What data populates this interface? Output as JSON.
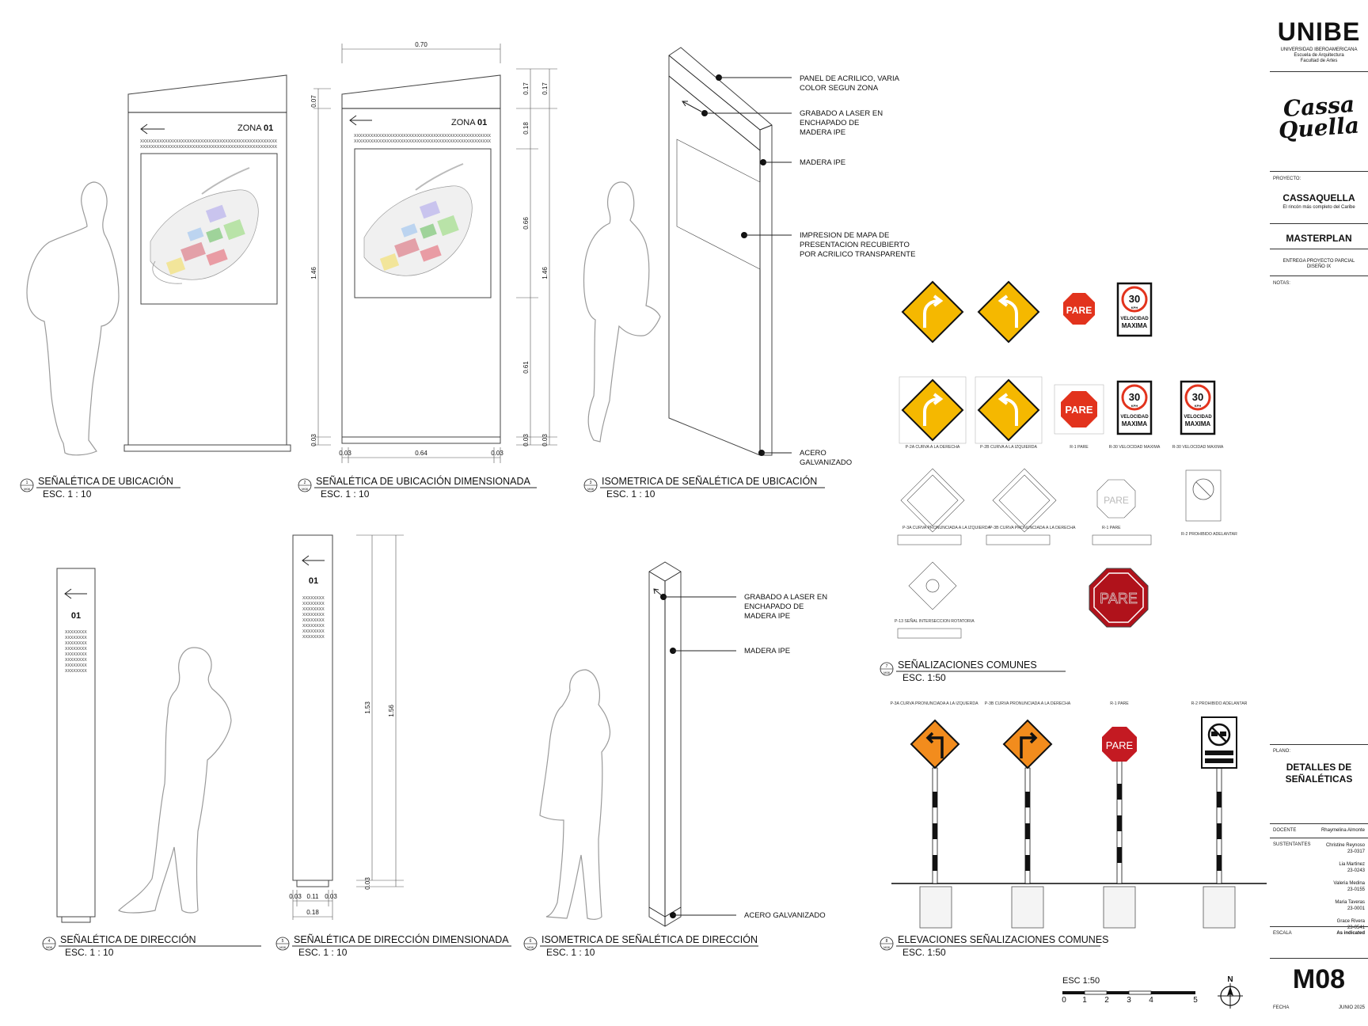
{
  "title_block": {
    "university": "UNIBE",
    "university_sub1": "UNIVERSIDAD IBEROAMERICANA",
    "university_sub2": "Escuela de Arquitectura",
    "university_sub3": "Facultad de Artes",
    "logo_line1": "Cassa",
    "logo_line2": "Quella",
    "project_label": "PROYECTO:",
    "project_name": "CASSAQUELLA",
    "project_tagline": "El rincón más completo del Caribe",
    "masterplan": "MASTERPLAN",
    "delivery_line1": "ENTREGA PROYECTO PARCIAL",
    "delivery_line2": "DISEÑO IX",
    "notes_label": "NOTAS:",
    "plan_label": "PLANO:",
    "plan_title_line1": "DETALLES DE",
    "plan_title_line2": "SEÑALÉTICAS",
    "teacher_label": "DOCENTE",
    "teacher_name": "Rhaymelina Almonte",
    "students_label": "SUSTENTANTES",
    "students": [
      {
        "name": "Christine Reynoso",
        "id": "23-0317"
      },
      {
        "name": "Lia Martinez",
        "id": "23-0243"
      },
      {
        "name": "Valeria Medina",
        "id": "23-0155"
      },
      {
        "name": "Maria Taveras",
        "id": "23-0001"
      },
      {
        "name": "Grace Rivera",
        "id": "23-0541"
      }
    ],
    "scale_label": "ESCALA",
    "scale_value": "As indicated",
    "sheet_number": "M08",
    "date_label": "FECHA",
    "date_value": "JUNIO 2025"
  },
  "drawings": {
    "d1": {
      "num": "1",
      "sheet": "M08",
      "title": "SEÑALÉTICA DE UBICACIÓN",
      "scale": "ESC. 1 : 10"
    },
    "d2": {
      "num": "2",
      "sheet": "M08",
      "title": "SEÑALÉTICA DE UBICACIÓN DIMENSIONADA",
      "scale": "ESC. 1 : 10"
    },
    "d3": {
      "num": "3",
      "sheet": "M08",
      "title": "ISOMETRICA DE SEÑALÉTICA DE UBICACIÓN",
      "scale": "ESC. 1 : 10"
    },
    "d4": {
      "num": "4",
      "sheet": "M08",
      "title": "SEÑALÉTICA DE DIRECCIÓN",
      "scale": "ESC. 1 : 10"
    },
    "d5": {
      "num": "5",
      "sheet": "M08",
      "title": "SEÑALÉTICA DE DIRECCIÓN DIMENSIONADA",
      "scale": "ESC. 1 : 10"
    },
    "d6": {
      "num": "6",
      "sheet": "M08",
      "title": "ISOMETRICA DE SEÑALÉTICA DE DIRECCIÓN",
      "scale": "ESC. 1 : 10"
    },
    "d7": {
      "num": "7",
      "sheet": "M08",
      "title": "SEÑALIZACIONES COMUNES",
      "scale": "ESC. 1:50"
    },
    "d8": {
      "num": "8",
      "sheet": "M08",
      "title": "ELEVACIONES SEÑALIZACIONES COMUNES",
      "scale": "ESC. 1:50"
    }
  },
  "sign_text": {
    "zona": "ZONA ",
    "zona_num": "01",
    "placeholder_line": "XXXXXXXXXXXXXXXXXXXXXXXXXXXXXXXXXXXXXXXXXXXXXXXXXX",
    "dir_num": "01",
    "dir_placeholder": "XXXXXXXX"
  },
  "dimensions": {
    "width_top": "0.70",
    "left_total": "1.46",
    "left_top": "0.07",
    "left_bottom": "0.03",
    "base_left": "0.03",
    "base_mid": "0.64",
    "base_right": "0.03",
    "right_seg1": "0.17",
    "right_seg2": "0.18",
    "right_seg3": "0.66",
    "right_seg4": "0.61",
    "right_seg5": "0.03",
    "right_total_top": "0.17",
    "right_total": "1.46",
    "right_total_bottom": "0.03",
    "dir_h1": "1.53",
    "dir_h2": "1.56",
    "dir_base1": "0.03",
    "dir_base2": "0.11",
    "dir_base3": "0.03",
    "dir_width": "0.18",
    "dir_bottom": "0.03"
  },
  "callouts_iso_ubicacion": [
    "PANEL DE ACRILICO, VARIA",
    "COLOR SEGUN ZONA",
    "GRABADO A LASER EN",
    "ENCHAPADO DE",
    "MADERA IPE",
    "MADERA IPE",
    "IMPRESION DE MAPA DE",
    "PRESENTACION RECUBIERTO",
    "POR ACRILICO TRANSPARENTE",
    "ACERO",
    "GALVANIZADO"
  ],
  "callouts_iso_direccion": [
    "GRABADO A LASER EN",
    "ENCHAPADO DE",
    "MADERA IPE",
    "MADERA IPE",
    "ACERO GALVANIZADO"
  ],
  "traffic_signs": {
    "pare": "PARE",
    "speed": "30",
    "kph": "KPH",
    "vel1": "VELOCIDAD",
    "vel2": "MAXIMA",
    "captions": [
      "P-2A CURVA A LA DERECHA",
      "P-2B CURVA A LA IZQUIERDA",
      "R-1 PARE",
      "R-30 VELOCIDAD MAXIMA",
      "R-30 VELOCIDAD MAXIMA"
    ],
    "detail_captions": [
      "P-3A CURVA PRONUNCIADA A LA IZQUIERDA",
      "P-3B CURVA PRONUNCIADA A LA DERECHA",
      "R-1 PARE",
      "R-2 PROHIBIDO ADELANTAR",
      "P-13 SEÑAL INTERSECCION ROTATORIA"
    ],
    "elev_captions": [
      "P-3A CURVA PRONUNCIADA A LA IZQUIERDA",
      "P-3B CURVA PRONUNCIADA A LA DERECHA",
      "R-1 PARE",
      "R-2 PROHIBIDO ADELANTAR"
    ]
  },
  "scale_bar": {
    "label": "ESC 1:50",
    "ticks": [
      "0",
      "1",
      "2",
      "3",
      "4",
      "5"
    ],
    "north": "N"
  }
}
